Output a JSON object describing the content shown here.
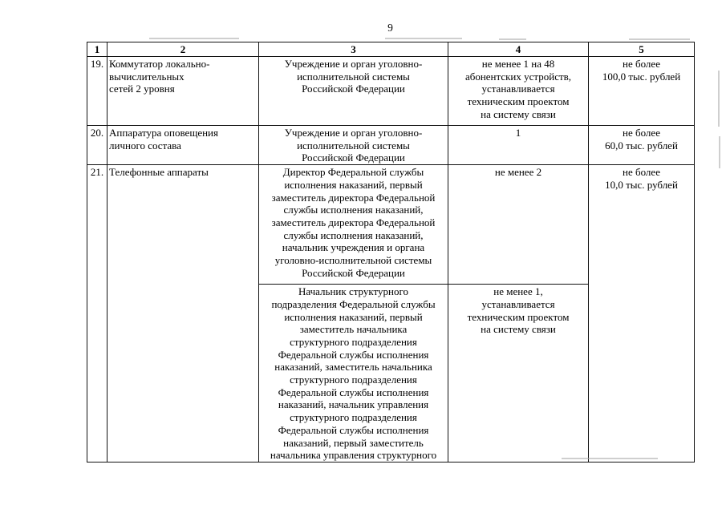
{
  "page": {
    "number": "9"
  },
  "table": {
    "headers": [
      "1",
      "2",
      "3",
      "4",
      "5"
    ],
    "row19": {
      "num": "19.",
      "name": "Коммутатор локально-\nвычислительных\nсетей 2 уровня",
      "recipient": "Учреждение и орган уголовно-\nисполнительной системы\nРоссийской Федерации",
      "quantity": "не менее 1 на 48\nабонентских устройств,\nустанавливается\nтехническим проектом\nна систему связи",
      "cost": "не более\n100,0 тыс. рублей"
    },
    "row20": {
      "num": "20.",
      "name": "Аппаратура оповещения\nличного состава",
      "recipient": "Учреждение и орган уголовно-\nисполнительной системы\nРоссийской Федерации",
      "quantity": "1",
      "cost": "не более\n60,0 тыс. рублей"
    },
    "row21": {
      "num": "21.",
      "name": "Телефонные аппараты",
      "cost": "не более\n10,0 тыс. рублей",
      "sub1": {
        "recipient": "Директор Федеральной службы\nисполнения наказаний, первый\nзаместитель директора Федеральной\nслужбы исполнения наказаний,\nзаместитель директора Федеральной\nслужбы исполнения наказаний,\nначальник учреждения и органа\nуголовно-исполнительной системы\nРоссийской Федерации",
        "quantity": "не менее 2"
      },
      "sub2": {
        "recipient": "Начальник структурного\nподразделения Федеральной службы\nисполнения наказаний, первый\nзаместитель начальника\nструктурного подразделения\nФедеральной службы исполнения\nнаказаний, заместитель начальника\nструктурного подразделения\nФедеральной службы исполнения\nнаказаний, начальник управления\nструктурного подразделения\nФедеральной службы исполнения\nнаказаний, первый заместитель\nначальника управления структурного",
        "quantity": "не менее 1,\nустанавливается\nтехническим проектом\nна систему связи"
      }
    }
  }
}
